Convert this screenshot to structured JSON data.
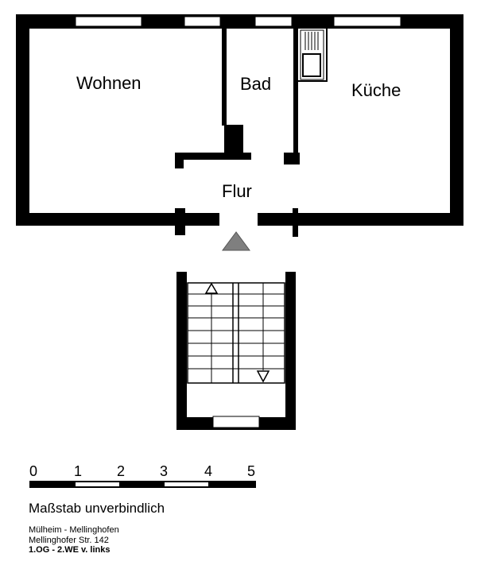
{
  "rooms": {
    "living": "Wohnen",
    "bath": "Bad",
    "kitchen": "Küche",
    "hall": "Flur"
  },
  "scale": {
    "ticks": [
      "0",
      "1",
      "2",
      "3",
      "4",
      "5"
    ],
    "note": "Maßstab unverbindlich"
  },
  "location": {
    "city": "Mülheim - Mellinghofen",
    "street": "Mellinghofer Str. 142",
    "unit": "1.OG - 2.WE v. links"
  }
}
